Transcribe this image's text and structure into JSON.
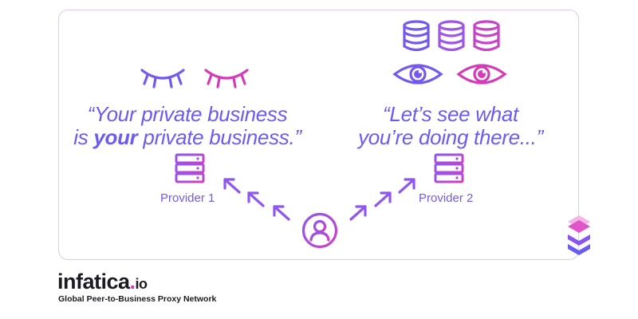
{
  "quote_left": {
    "line1": "“Your private business",
    "line2_pre": "is ",
    "line2_bold": "your",
    "line2_post": " private business.”"
  },
  "quote_right": {
    "line1": "“Let’s see what",
    "line2": "you’re doing there...”"
  },
  "provider_1": "Provider 1",
  "provider_2": "Provider 2",
  "brand": {
    "name": "infatica",
    "dot": ".",
    "suffix": "io",
    "tagline": "Global Peer-to-Business Proxy Network"
  },
  "colors": {
    "violet": "#7459ee",
    "magenta": "#d33bb9",
    "border": "#e7c6f3"
  },
  "icons": [
    "closed-eye-icon",
    "database-icon",
    "open-eye-icon",
    "server-icon",
    "user-icon",
    "arrow-icon",
    "layers-icon"
  ]
}
